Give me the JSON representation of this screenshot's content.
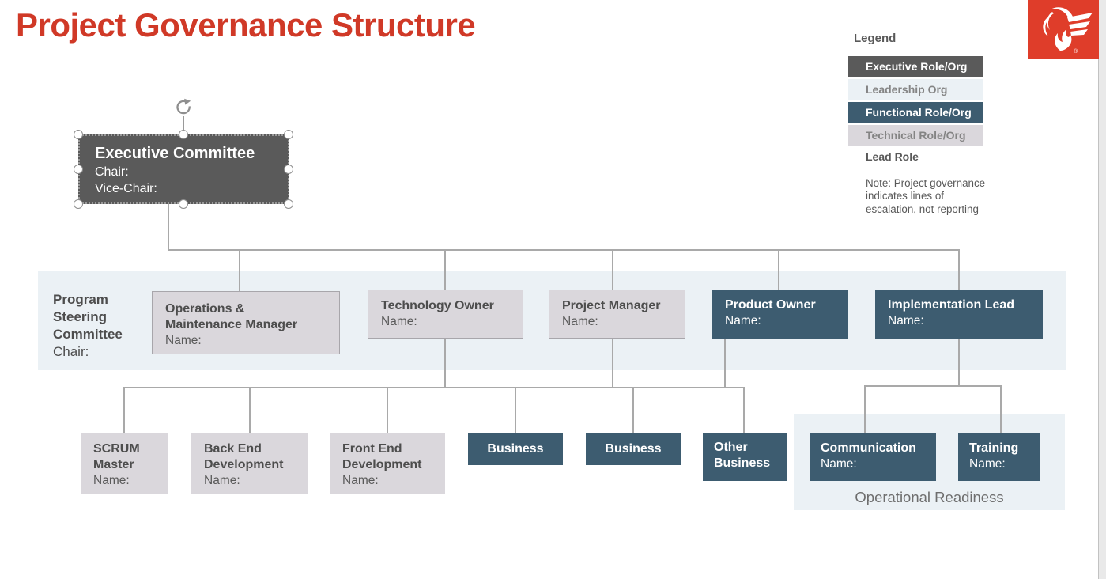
{
  "title": "Project Governance Structure",
  "logo": {
    "name": "phoenix-brand-mark",
    "registered": "®"
  },
  "legend": {
    "heading": "Legend",
    "items": [
      {
        "label": "Executive Role/Org",
        "type": "executive"
      },
      {
        "label": "Leadership Org",
        "type": "leadership"
      },
      {
        "label": "Functional Role/Org",
        "type": "functional"
      },
      {
        "label": "Technical Role/Org",
        "type": "technical"
      },
      {
        "label": "Lead Role",
        "type": "lead"
      }
    ],
    "note": "Note: Project governance indicates lines of escalation, not reporting"
  },
  "org": {
    "executive": {
      "title": "Executive Committee",
      "line1": "Chair:",
      "line2": "Vice-Chair:"
    },
    "steering_label": {
      "bold": "Program Steering Committee",
      "sub": "Chair:"
    },
    "row2": [
      {
        "title": "Operations & Maintenance Manager",
        "sub": "Name:"
      },
      {
        "title": "Technology Owner",
        "sub": "Name:"
      },
      {
        "title": "Project Manager",
        "sub": "Name:"
      },
      {
        "title": "Product Owner",
        "sub": "Name:"
      },
      {
        "title": "Implementation Lead",
        "sub": "Name:"
      }
    ],
    "row3": [
      {
        "title": "SCRUM Master",
        "sub": "Name:"
      },
      {
        "title": "Back End Development",
        "sub": "Name:"
      },
      {
        "title": "Front End Development",
        "sub": "Name:"
      },
      {
        "title": "Business",
        "sub": ""
      },
      {
        "title": "Business",
        "sub": ""
      },
      {
        "title": "Other Business",
        "sub": ""
      },
      {
        "title": "Communication",
        "sub": "Name:"
      },
      {
        "title": "Training",
        "sub": "Name:"
      }
    ],
    "operational_readiness_label": "Operational Readiness"
  },
  "colors": {
    "brand_red": "#D03927",
    "logo_red": "#DF3D2A",
    "dark_gray": "#5A5A5A",
    "steel_blue": "#3D5C70",
    "light_band": "#EBF1F5",
    "lavender": "#DAD7DC",
    "muted_gray": "#848484",
    "connector": "#A9A9A9"
  }
}
